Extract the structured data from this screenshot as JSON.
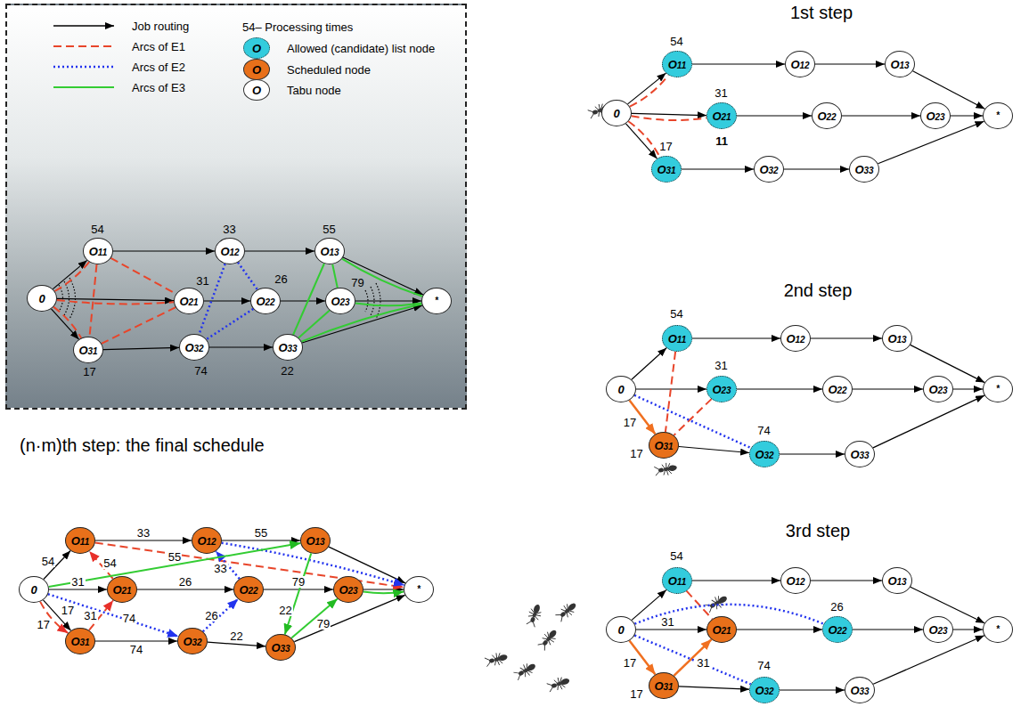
{
  "diagram": {
    "nodes": [
      {
        "text": [
          "0"
        ]
      },
      {
        "text": [
          "O11",
          "54"
        ]
      },
      {
        "text": [
          "O12",
          "33"
        ]
      },
      {
        "text": [
          "O13",
          "55"
        ]
      },
      {
        "text": [
          "O21",
          "31"
        ]
      },
      {
        "text": [
          "O22",
          "26"
        ]
      },
      {
        "text": [
          "O23",
          "79"
        ]
      },
      {
        "text": [
          "O31",
          "17"
        ]
      },
      {
        "text": [
          "O32",
          "74"
        ]
      },
      {
        "text": [
          "O33",
          "22"
        ]
      },
      {
        "text": [
          "*"
        ]
      },
      {
        "text": [
          "0"
        ]
      },
      {
        "text": [
          "O11",
          "54"
        ]
      },
      {
        "text": [
          "O12"
        ]
      },
      {
        "text": [
          "O13"
        ]
      },
      {
        "text": [
          "O21",
          "31"
        ]
      },
      {
        "text": [
          "O22"
        ]
      },
      {
        "text": [
          "O23"
        ]
      },
      {
        "text": [
          "O31",
          "17"
        ]
      },
      {
        "text": [
          "O32"
        ]
      },
      {
        "text": [
          "O33"
        ]
      },
      {
        "text": [
          "*"
        ]
      },
      {
        "text": [
          "0"
        ]
      },
      {
        "text": [
          "O11",
          "54"
        ]
      },
      {
        "text": [
          "O12"
        ]
      },
      {
        "text": [
          "O13"
        ]
      },
      {
        "text": [
          "O23",
          "31"
        ]
      },
      {
        "text": [
          "O22"
        ]
      },
      {
        "text": [
          "O23"
        ]
      },
      {
        "text": [
          "O31",
          "17"
        ]
      },
      {
        "text": [
          "O32",
          "74"
        ]
      },
      {
        "text": [
          "O33"
        ]
      },
      {
        "text": [
          "*"
        ]
      },
      {
        "text": [
          "0"
        ]
      },
      {
        "text": [
          "O11",
          "54"
        ]
      },
      {
        "text": [
          "O12"
        ]
      },
      {
        "text": [
          "O13"
        ]
      },
      {
        "text": [
          "O21"
        ]
      },
      {
        "text": [
          "O22",
          "26"
        ]
      },
      {
        "text": [
          "O23"
        ]
      },
      {
        "text": [
          "O31",
          "17"
        ]
      },
      {
        "text": [
          "O32",
          "74"
        ]
      },
      {
        "text": [
          "O33"
        ]
      },
      {
        "text": [
          "*"
        ]
      },
      {
        "text": [
          "0"
        ]
      },
      {
        "text": [
          "O11"
        ]
      },
      {
        "text": [
          "O12"
        ]
      },
      {
        "text": [
          "O13"
        ]
      },
      {
        "text": [
          "O21"
        ]
      },
      {
        "text": [
          "O22"
        ]
      },
      {
        "text": [
          "O23"
        ]
      },
      {
        "text": [
          "O31"
        ]
      },
      {
        "text": [
          "O32"
        ]
      },
      {
        "text": [
          "O33"
        ]
      },
      {
        "text": [
          "*"
        ]
      }
    ],
    "edges": [
      {
        "from": 0,
        "to": 1,
        "arrow": "to"
      },
      {
        "from": 0,
        "to": 4,
        "arrow": "to"
      },
      {
        "from": 0,
        "to": 7,
        "arrow": "to"
      },
      {
        "from": 1,
        "to": 2,
        "arrow": "to"
      },
      {
        "from": 2,
        "to": 3,
        "arrow": "to"
      },
      {
        "from": 3,
        "to": 10,
        "arrow": "to"
      },
      {
        "from": 4,
        "to": 5,
        "arrow": "to"
      },
      {
        "from": 5,
        "to": 6,
        "arrow": "to"
      },
      {
        "from": 6,
        "to": 10,
        "arrow": "to"
      },
      {
        "from": 7,
        "to": 8,
        "arrow": "to"
      },
      {
        "from": 8,
        "to": 9,
        "arrow": "to"
      },
      {
        "from": 9,
        "to": 10,
        "arrow": "to"
      },
      {
        "from": 0,
        "to": 1,
        "arrow": "none"
      },
      {
        "from": 0,
        "to": 4,
        "arrow": "none"
      },
      {
        "from": 0,
        "to": 7,
        "arrow": "none"
      },
      {
        "from": 1,
        "to": 4,
        "arrow": "none"
      },
      {
        "from": 4,
        "to": 7,
        "arrow": "none"
      },
      {
        "from": 1,
        "to": 7,
        "arrow": "none"
      },
      {
        "from": 2,
        "to": 5,
        "arrow": "none"
      },
      {
        "from": 5,
        "to": 8,
        "arrow": "none"
      },
      {
        "from": 2,
        "to": 8,
        "arrow": "none"
      },
      {
        "from": 3,
        "to": 6,
        "arrow": "none"
      },
      {
        "from": 6,
        "to": 9,
        "arrow": "none"
      },
      {
        "from": 3,
        "to": 9,
        "arrow": "none"
      },
      {
        "from": 3,
        "to": 10,
        "arrow": "none"
      },
      {
        "from": 6,
        "to": 10,
        "arrow": "none"
      },
      {
        "from": 9,
        "to": 10,
        "arrow": "none"
      },
      {
        "from": 11,
        "to": 12,
        "arrow": "to"
      },
      {
        "from": 11,
        "to": 15,
        "arrow": "to"
      },
      {
        "from": 11,
        "to": 18,
        "arrow": "to"
      },
      {
        "from": 12,
        "to": 13,
        "arrow": "to"
      },
      {
        "from": 13,
        "to": 14,
        "arrow": "to"
      },
      {
        "from": 14,
        "to": 21,
        "arrow": "to"
      },
      {
        "from": 15,
        "to": 16,
        "arrow": "to"
      },
      {
        "from": 16,
        "to": 17,
        "arrow": "to"
      },
      {
        "from": 17,
        "to": 21,
        "arrow": "to"
      },
      {
        "from": 18,
        "to": 19,
        "arrow": "to"
      },
      {
        "from": 19,
        "to": 20,
        "arrow": "to"
      },
      {
        "from": 20,
        "to": 21,
        "arrow": "to"
      },
      {
        "from": 11,
        "to": 12,
        "arrow": "none"
      },
      {
        "from": 11,
        "to": 15,
        "arrow": "none"
      },
      {
        "from": 11,
        "to": 18,
        "arrow": "none"
      },
      {
        "from": 22,
        "to": 23,
        "arrow": "to"
      },
      {
        "from": 22,
        "to": 26,
        "arrow": "to"
      },
      {
        "from": 22,
        "to": 29,
        "arrow": "to",
        "label": "17"
      },
      {
        "from": 23,
        "to": 24,
        "arrow": "to"
      },
      {
        "from": 24,
        "to": 25,
        "arrow": "to"
      },
      {
        "from": 25,
        "to": 32,
        "arrow": "to"
      },
      {
        "from": 26,
        "to": 27,
        "arrow": "to"
      },
      {
        "from": 27,
        "to": 28,
        "arrow": "to"
      },
      {
        "from": 28,
        "to": 32,
        "arrow": "to"
      },
      {
        "from": 29,
        "to": 30,
        "arrow": "to"
      },
      {
        "from": 30,
        "to": 31,
        "arrow": "to"
      },
      {
        "from": 31,
        "to": 32,
        "arrow": "to"
      },
      {
        "from": 23,
        "to": 29,
        "arrow": "none"
      },
      {
        "from": 26,
        "to": 29,
        "arrow": "none"
      },
      {
        "from": 22,
        "to": 30,
        "arrow": "none"
      },
      {
        "from": 33,
        "to": 34,
        "arrow": "to"
      },
      {
        "from": 33,
        "to": 37,
        "arrow": "to",
        "label": "31"
      },
      {
        "from": 33,
        "to": 40,
        "arrow": "to",
        "label": "17"
      },
      {
        "from": 34,
        "to": 35,
        "arrow": "to"
      },
      {
        "from": 35,
        "to": 36,
        "arrow": "to"
      },
      {
        "from": 36,
        "to": 43,
        "arrow": "to"
      },
      {
        "from": 37,
        "to": 38,
        "arrow": "to"
      },
      {
        "from": 38,
        "to": 39,
        "arrow": "to"
      },
      {
        "from": 39,
        "to": 43,
        "arrow": "to"
      },
      {
        "from": 40,
        "to": 41,
        "arrow": "to"
      },
      {
        "from": 41,
        "to": 42,
        "arrow": "to"
      },
      {
        "from": 42,
        "to": 43,
        "arrow": "to"
      },
      {
        "from": 40,
        "to": 37,
        "arrow": "to",
        "label": "31"
      },
      {
        "from": 34,
        "to": 37,
        "arrow": "none"
      },
      {
        "from": 33,
        "to": 38,
        "arrow": "none"
      },
      {
        "from": 33,
        "to": 41,
        "arrow": "none"
      },
      {
        "from": 44,
        "to": 45,
        "arrow": "to",
        "label": "54"
      },
      {
        "from": 44,
        "to": 48,
        "arrow": "to",
        "label": "31"
      },
      {
        "from": 44,
        "to": 51,
        "arrow": "to",
        "label": "17"
      },
      {
        "from": 45,
        "to": 46,
        "arrow": "to",
        "label": "33"
      },
      {
        "from": 46,
        "to": 47,
        "arrow": "to",
        "label": "55"
      },
      {
        "from": 47,
        "to": 54,
        "arrow": "to"
      },
      {
        "from": 48,
        "to": 49,
        "arrow": "to",
        "label": "26"
      },
      {
        "from": 49,
        "to": 50,
        "arrow": "to",
        "label": "79"
      },
      {
        "from": 50,
        "to": 54,
        "arrow": "to"
      },
      {
        "from": 51,
        "to": 52,
        "arrow": "to",
        "label": "74"
      },
      {
        "from": 52,
        "to": 53,
        "arrow": "to",
        "label": "22"
      },
      {
        "from": 53,
        "to": 54,
        "arrow": "to"
      },
      {
        "from": 44,
        "to": 51,
        "arrow": "to",
        "label": "17"
      },
      {
        "from": 51,
        "to": 48,
        "arrow": "to",
        "label": "31"
      },
      {
        "from": 48,
        "to": 45,
        "arrow": "to",
        "label": "54"
      },
      {
        "from": 45,
        "to": 54,
        "arrow": "to"
      },
      {
        "from": 44,
        "to": 52,
        "arrow": "to",
        "label": "74"
      },
      {
        "from": 52,
        "to": 49,
        "arrow": "to",
        "label": "26"
      },
      {
        "from": 49,
        "to": 46,
        "arrow": "to",
        "label": "33"
      },
      {
        "from": 46,
        "to": 54,
        "arrow": "to"
      },
      {
        "from": 44,
        "to": 47,
        "arrow": "to",
        "label": "55"
      },
      {
        "from": 47,
        "to": 53,
        "arrow": "to",
        "label": "22"
      },
      {
        "from": 53,
        "to": 50,
        "arrow": "to",
        "label": "79"
      },
      {
        "from": 50,
        "to": 54,
        "arrow": "to"
      }
    ],
    "labels": [
      "1st step",
      "2nd step",
      "3rd step",
      "(n·m)th step: the final schedule",
      "11",
      "O",
      "O",
      "O"
    ],
    "legend": [
      {
        "text": "Job routing"
      },
      {
        "text": "Arcs of E1"
      },
      {
        "text": "Arcs of E2"
      },
      {
        "text": "Arcs of E3"
      },
      {
        "text": "54– Processing times"
      },
      {
        "text": "Allowed (candidate) list node",
        "color": "#33ccdd"
      },
      {
        "text": "Scheduled node",
        "color": "#e8701a"
      },
      {
        "text": "Tabu node",
        "color": "#ffffff"
      }
    ]
  }
}
